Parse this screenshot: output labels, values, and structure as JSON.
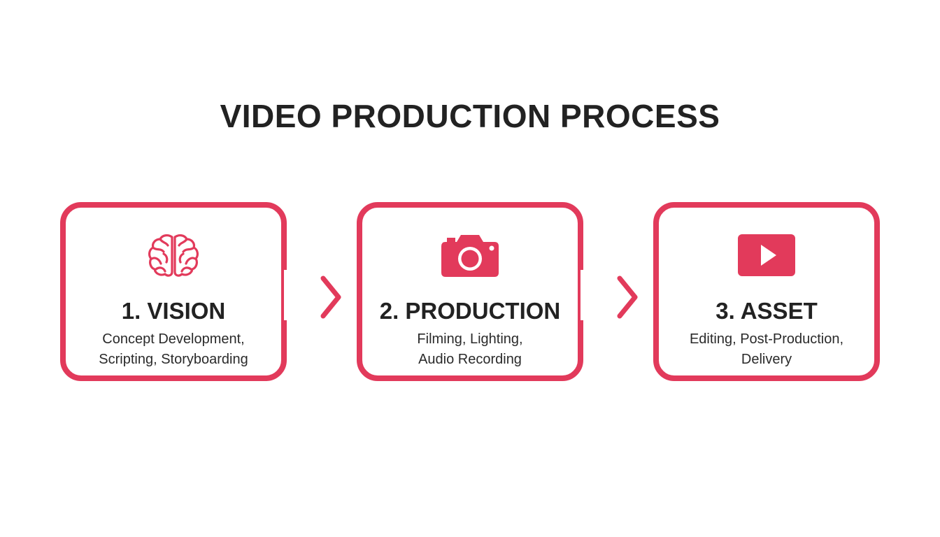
{
  "diagram": {
    "title": "VIDEO PRODUCTION PROCESS",
    "accent_color": "#e23a5b",
    "text_color": "#222222",
    "steps": [
      {
        "icon": "brain-icon",
        "title": "1. VISION",
        "description_lines": [
          "Concept Development,",
          "Scripting, Storyboarding"
        ]
      },
      {
        "icon": "camera-icon",
        "title": "2. PRODUCTION",
        "description_lines": [
          "Filming, Lighting,",
          "Audio Recording"
        ]
      },
      {
        "icon": "play-icon",
        "title": "3. ASSET",
        "description_lines": [
          "Editing, Post-Production,",
          "Delivery"
        ]
      }
    ],
    "connectors": [
      "chevron-right-icon",
      "chevron-right-icon"
    ]
  }
}
